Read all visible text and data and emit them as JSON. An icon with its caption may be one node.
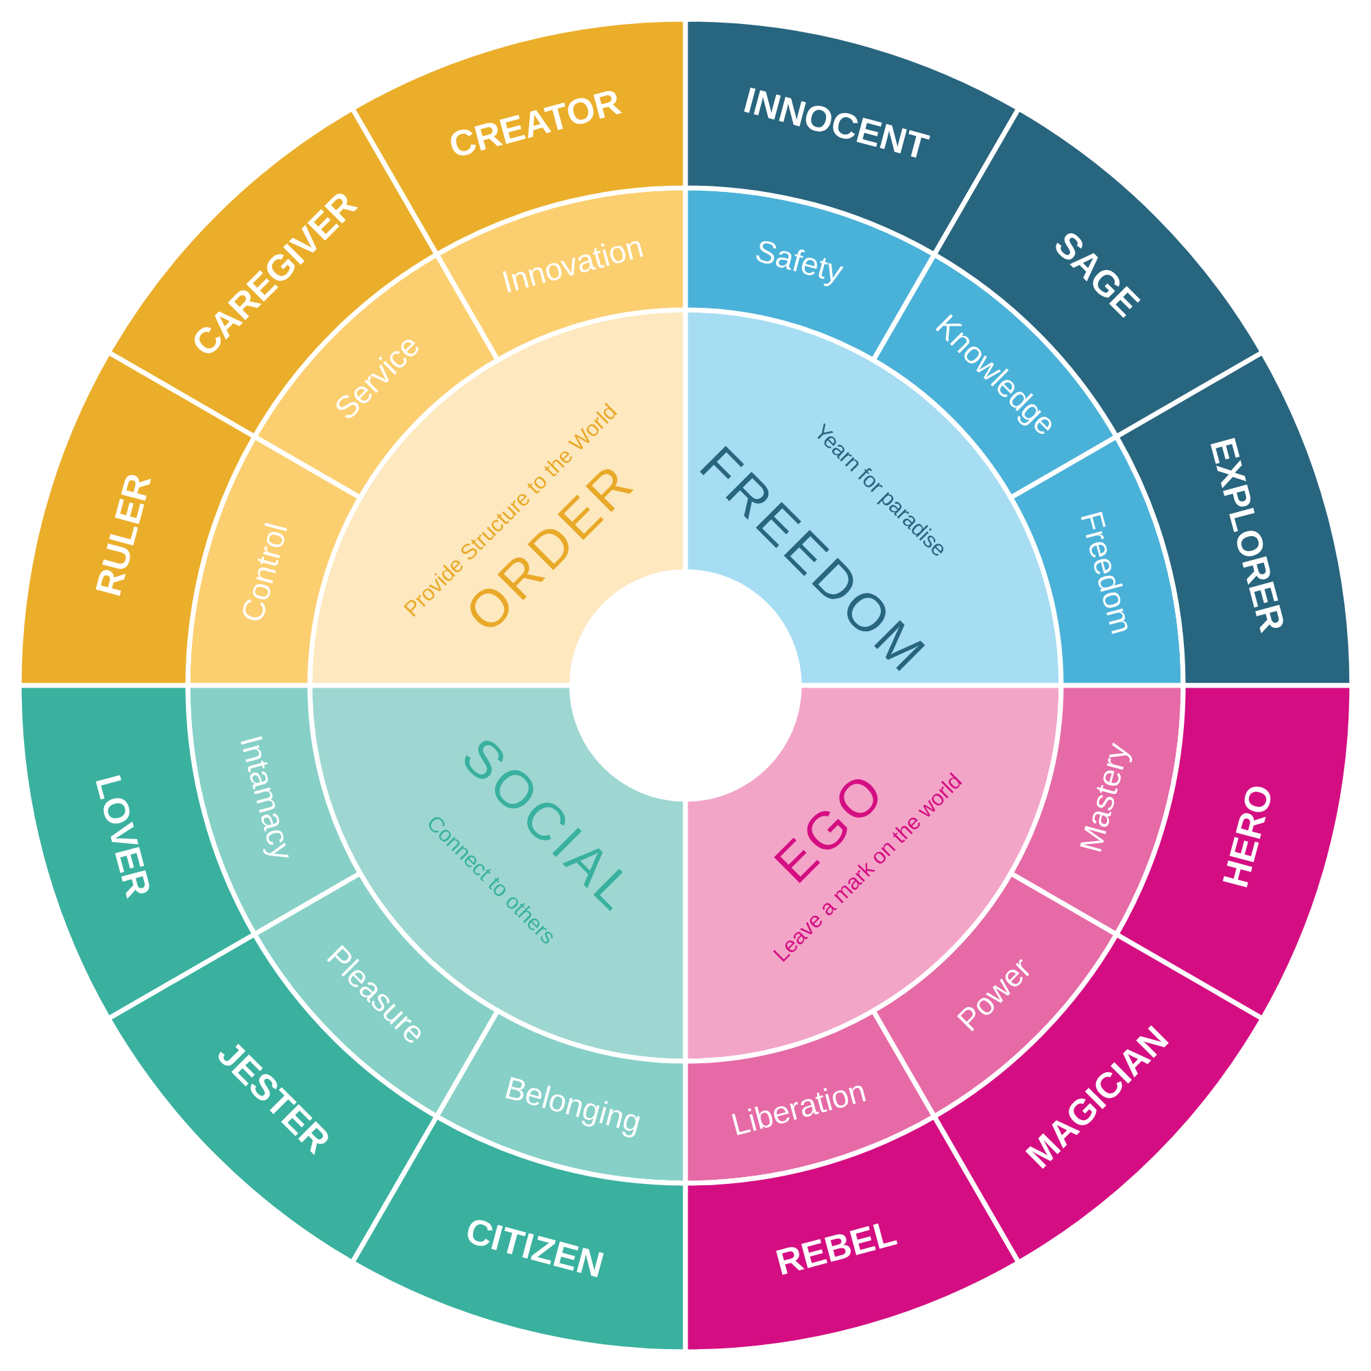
{
  "diagram": {
    "nodes": [
      {
        "text": [
          "ORDER",
          "Provide Structure to the World"
        ]
      },
      {
        "text": [
          "FREEDOM",
          "Yearn for paradise"
        ]
      },
      {
        "text": [
          "SOCIAL",
          "Connect to others"
        ]
      },
      {
        "text": [
          "EGO",
          "Leave a mark on the world"
        ]
      },
      {
        "text": [
          "Innovation"
        ]
      },
      {
        "text": [
          "Service"
        ]
      },
      {
        "text": [
          "Control"
        ]
      },
      {
        "text": [
          "Safety"
        ]
      },
      {
        "text": [
          "Knowledge"
        ]
      },
      {
        "text": [
          "Freedom"
        ]
      },
      {
        "text": [
          "Intamacy"
        ]
      },
      {
        "text": [
          "Pleasure"
        ]
      },
      {
        "text": [
          "Belonging"
        ]
      },
      {
        "text": [
          "Liberation"
        ]
      },
      {
        "text": [
          "Power"
        ]
      },
      {
        "text": [
          "Mastery"
        ]
      },
      {
        "text": [
          "CREATOR"
        ]
      },
      {
        "text": [
          "CAREGIVER"
        ]
      },
      {
        "text": [
          "RULER"
        ]
      },
      {
        "text": [
          "INNOCENT"
        ]
      },
      {
        "text": [
          "SAGE"
        ]
      },
      {
        "text": [
          "EXPLORER"
        ]
      },
      {
        "text": [
          "LOVER"
        ]
      },
      {
        "text": [
          "JESTER"
        ]
      },
      {
        "text": [
          "CITIZEN"
        ]
      },
      {
        "text": [
          "REBEL"
        ]
      },
      {
        "text": [
          "MAGICIAN"
        ]
      },
      {
        "text": [
          "HERO"
        ]
      }
    ]
  }
}
